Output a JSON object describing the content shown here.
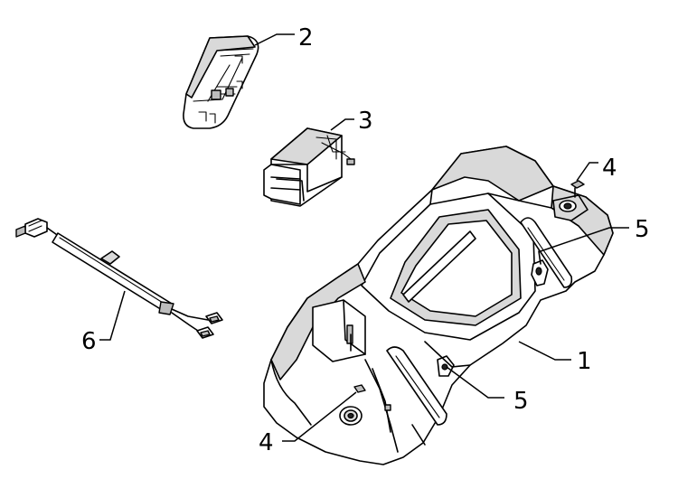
{
  "callouts": [
    {
      "id": "c1",
      "label": "1"
    },
    {
      "id": "c2",
      "label": "2"
    },
    {
      "id": "c3",
      "label": "3"
    },
    {
      "id": "c4a",
      "label": "4"
    },
    {
      "id": "c4b",
      "label": "4"
    },
    {
      "id": "c5a",
      "label": "5"
    },
    {
      "id": "c5b",
      "label": "5"
    },
    {
      "id": "c6",
      "label": "6"
    }
  ],
  "colors": {
    "line": "#000000",
    "background": "#ffffff",
    "shade": "#d9d9d9"
  }
}
